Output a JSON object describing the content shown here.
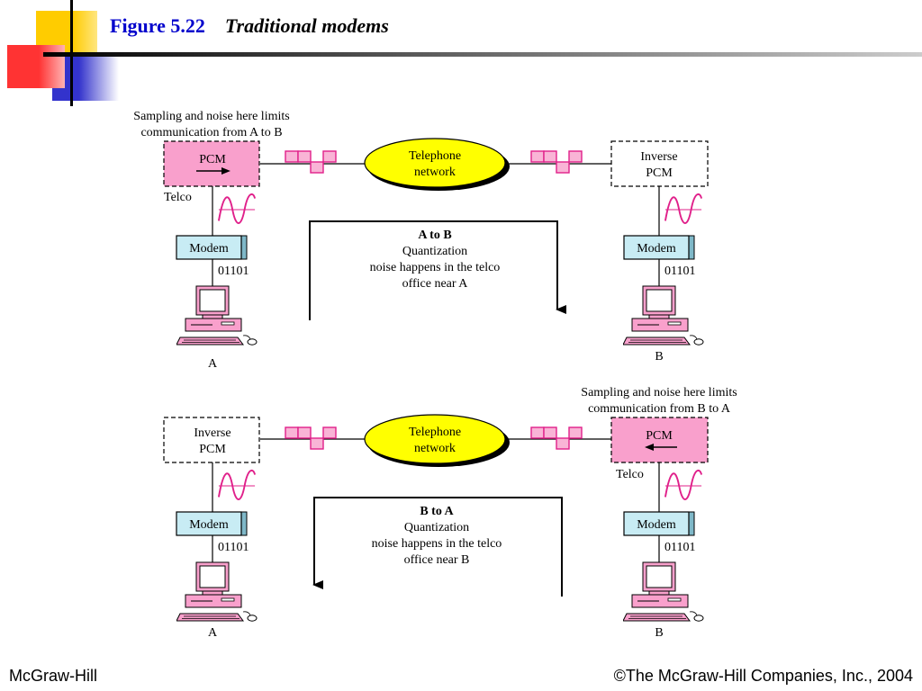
{
  "slide": {
    "figure_number": "Figure 5.22",
    "figure_title": "Traditional modems",
    "footer_left": "McGraw-Hill",
    "footer_right": "©The McGraw-Hill Companies, Inc., 2004"
  },
  "colors": {
    "title_blue": "#0000cc",
    "pcm_pink": "#f9a0cc",
    "signal_magenta": "#e0208a",
    "network_yellow": "#ffff00",
    "modem_cyan": "#c8ecf4",
    "deco_yellow": "#ffcc00",
    "deco_red": "#ff3333",
    "deco_blue": "#3333cc"
  },
  "top_panel": {
    "note_line1": "Sampling and noise here limits",
    "note_line2": "communication from A to B",
    "left_box_label": "PCM",
    "telco_label": "Telco",
    "network_line1": "Telephone",
    "network_line2": "network",
    "right_box_line1": "Inverse",
    "right_box_line2": "PCM",
    "modem_left": "Modem",
    "modem_right": "Modem",
    "bits_left": "01101",
    "bits_right": "01101",
    "computer_left": "A",
    "computer_right": "B",
    "direction_title": "A to B",
    "direction_line1": "Quantization",
    "direction_line2": "noise happens in the telco",
    "direction_line3": "office near A"
  },
  "bottom_panel": {
    "note_line1": "Sampling and noise here limits",
    "note_line2": "communication from B to A",
    "left_box_line1": "Inverse",
    "left_box_line2": "PCM",
    "right_box_label": "PCM",
    "telco_label": "Telco",
    "network_line1": "Telephone",
    "network_line2": "network",
    "modem_left": "Modem",
    "modem_right": "Modem",
    "bits_left": "01101",
    "bits_right": "01101",
    "computer_left": "A",
    "computer_right": "B",
    "direction_title": "B to A",
    "direction_line1": "Quantization",
    "direction_line2": "noise happens in the telco",
    "direction_line3": "office near B"
  }
}
